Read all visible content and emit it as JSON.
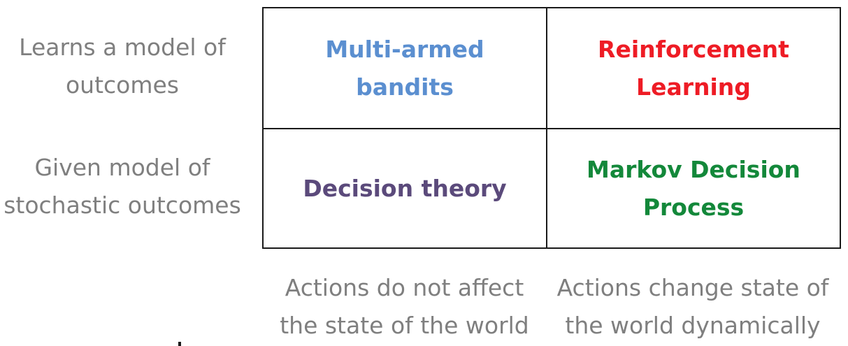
{
  "row_labels": {
    "top": [
      "Learns a model of",
      "outcomes"
    ],
    "bottom": [
      "Given model of",
      "stochastic outcomes"
    ]
  },
  "column_labels": {
    "left": [
      "Actions do not affect",
      "the state of the world"
    ],
    "right": [
      "Actions change state of",
      "the world dynamically"
    ]
  },
  "cells": {
    "top_left": {
      "lines": [
        "Multi-armed",
        "bandits"
      ],
      "color": "#5b8fd0"
    },
    "top_right": {
      "lines": [
        "Reinforcement",
        "Learning"
      ],
      "color": "#ee1c25"
    },
    "bottom_left": {
      "lines": [
        "Decision theory"
      ],
      "color": "#5b4a7b"
    },
    "bottom_right": {
      "lines": [
        "Markov Decision",
        "Process"
      ],
      "color": "#13883a"
    }
  },
  "colors": {
    "label_gray": "#7f7f7f",
    "grid_line": "#1a1a1a"
  }
}
